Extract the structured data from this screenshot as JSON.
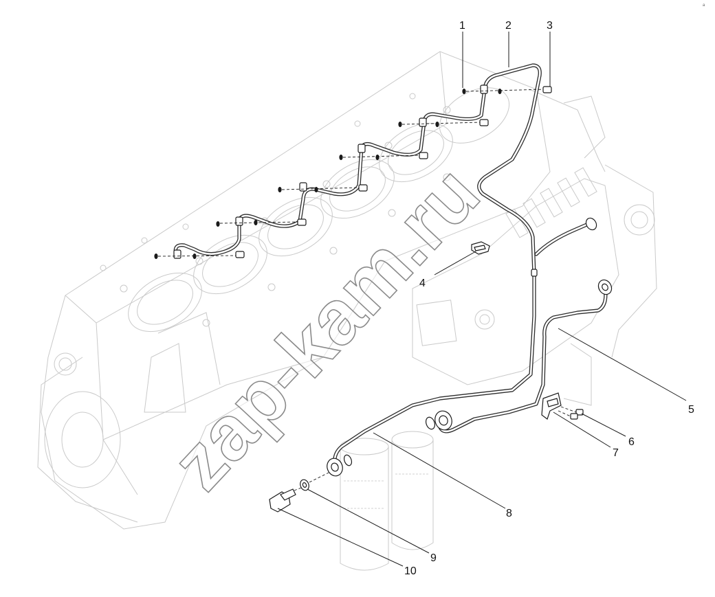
{
  "watermark": "zap-kam.ru",
  "corner_mark": "a",
  "callouts": [
    {
      "id": "1",
      "label": "1"
    },
    {
      "id": "2",
      "label": "2"
    },
    {
      "id": "3",
      "label": "3"
    },
    {
      "id": "4",
      "label": "4"
    },
    {
      "id": "5",
      "label": "5"
    },
    {
      "id": "6",
      "label": "6"
    },
    {
      "id": "7",
      "label": "7"
    },
    {
      "id": "8",
      "label": "8"
    },
    {
      "id": "9",
      "label": "9"
    },
    {
      "id": "10",
      "label": "10"
    }
  ],
  "colors": {
    "line": "#1a1a1a",
    "ghost": "#c9c9c9",
    "background": "#ffffff"
  }
}
